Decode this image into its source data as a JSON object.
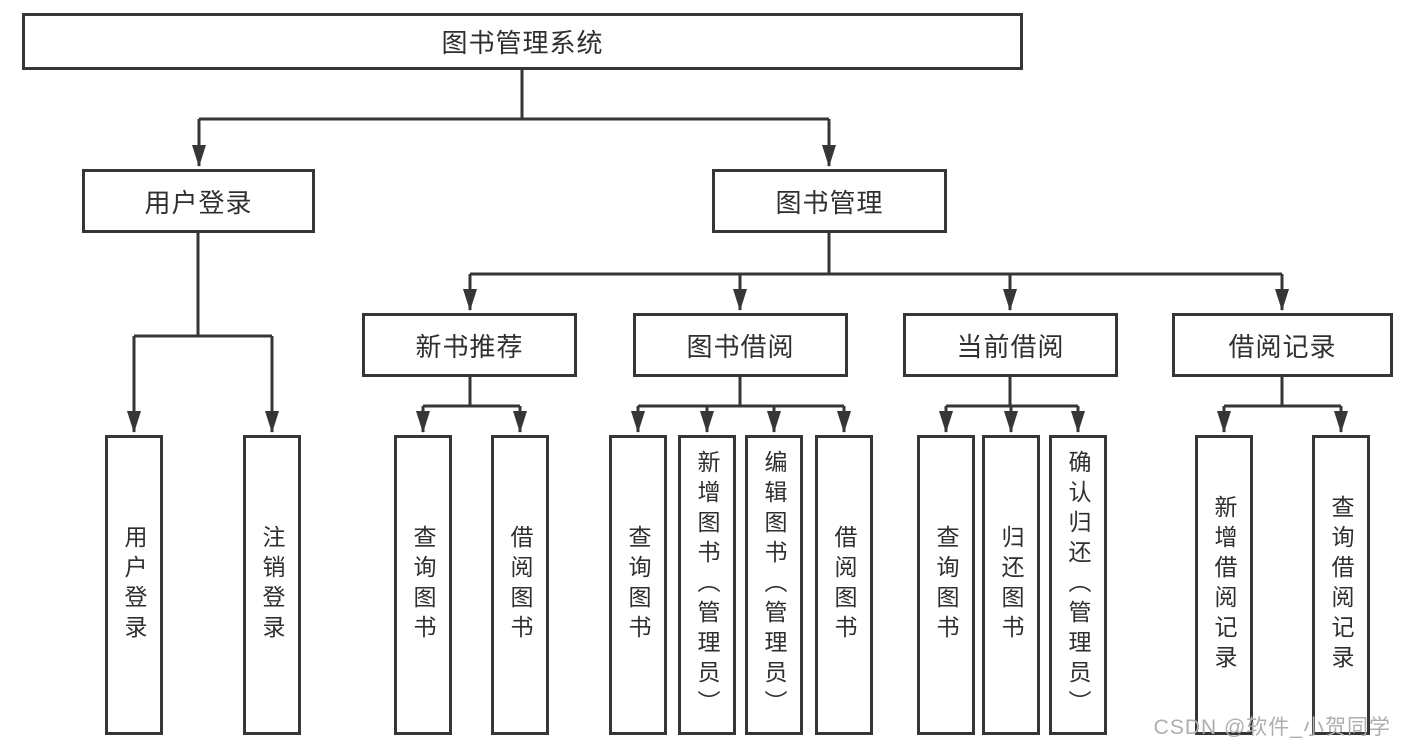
{
  "diagram": {
    "root": {
      "label": "图书管理系统"
    },
    "branches": [
      {
        "label": "用户登录",
        "children": [
          {
            "label": "用户登录"
          },
          {
            "label": "注销登录"
          }
        ]
      },
      {
        "label": "图书管理",
        "children": [
          {
            "label": "新书推荐",
            "children": [
              {
                "label": "查询图书"
              },
              {
                "label": "借阅图书"
              }
            ]
          },
          {
            "label": "图书借阅",
            "children": [
              {
                "label": "查询图书"
              },
              {
                "label": "新增图书（管理员）"
              },
              {
                "label": "编辑图书（管理员）"
              },
              {
                "label": "借阅图书"
              }
            ]
          },
          {
            "label": "当前借阅",
            "children": [
              {
                "label": "查询图书"
              },
              {
                "label": "归还图书"
              },
              {
                "label": "确认归还（管理员）"
              }
            ]
          },
          {
            "label": "借阅记录",
            "children": [
              {
                "label": "新增借阅记录"
              },
              {
                "label": "查询借阅记录"
              }
            ]
          }
        ]
      }
    ]
  },
  "watermark": {
    "text": "CSDN @软件_小贺同学"
  },
  "colors": {
    "line": "#363636",
    "text": "#2f2f2f",
    "background": "#ffffff",
    "watermark": "#aeaeae"
  }
}
